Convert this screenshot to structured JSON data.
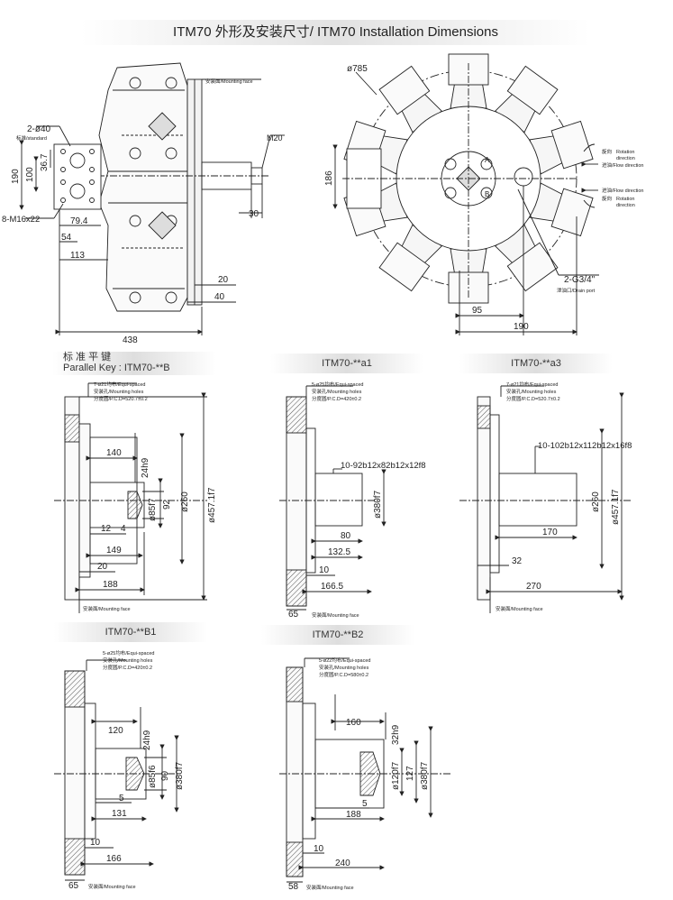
{
  "title": "ITM70 外形及安装尺寸/ ITM70 Installation Dimensions",
  "main_side": {
    "mounting_face": "安装面/Mounting face",
    "ports_note": "2-ø40",
    "ports_standard": "标准/standard",
    "bolt_note": "8-M16x22",
    "thread": "M20",
    "dims": [
      "190",
      "100",
      "36.7",
      "79.4",
      "54",
      "113",
      "438",
      "30",
      "20",
      "40"
    ]
  },
  "main_front": {
    "dia": "ø785",
    "height": "186",
    "drain": "2-G3/4\"",
    "drain_label": "泄油口/Drain port",
    "port_a": "A",
    "port_b": "B",
    "rot1": "旋向",
    "rot1_en": "Rotation",
    "rot1_en2": "direction",
    "flow1": "进油/Flow direction",
    "flow2": "进油/Flow direction",
    "rot2": "旋向",
    "rot2_en": "Rotation",
    "rot2_en2": "direction",
    "dims": [
      "95",
      "190"
    ]
  },
  "sec_b": {
    "header_cn": "标 准 平 键",
    "header_en": "Parallel Key",
    "header_model": ": ITM70-**B",
    "note1": "7-ø21均布/Equi-spaced",
    "note2": "安装孔/Mounting holes",
    "note3": "分度圆/P.C.D=520.7±0.2",
    "mounting": "安装面/Mounting face",
    "dims": [
      "140",
      "24h9",
      "ø85f7",
      "92",
      "ø260",
      "ø457.1f7",
      "12",
      "4",
      "149",
      "20",
      "188"
    ]
  },
  "sec_a1": {
    "header": "ITM70-**a1",
    "note1": "5-ø25均布/Equi-spaced",
    "note2": "安装孔/Mounting holes",
    "note3": "分度圆/P.C.D=420±0.2",
    "spline": "10-92b12x82b12x12f8",
    "mounting": "安装面/Mounting face",
    "dims": [
      "ø380f7",
      "80",
      "132.5",
      "10",
      "166.5",
      "65"
    ]
  },
  "sec_a3": {
    "header": "ITM70-**a3",
    "note1": "7-ø21均布/Equi-spaced",
    "note2": "安装孔/Mounting holes",
    "note3": "分度圆/P.C.D=520.7±0.2",
    "spline": "10-102b12x112b12x16f8",
    "mounting": "安装面/Mounting face",
    "dims": [
      "ø260",
      "ø457.1f7",
      "170",
      "32",
      "270"
    ]
  },
  "sec_b1": {
    "header": "ITM70-**B1",
    "note1": "5-ø25均布/Equi-spaced",
    "note2": "安装孔/Mounting holes",
    "note3": "分度圆/P.C.D=420±0.2",
    "mounting": "安装面/Mounting face",
    "dims": [
      "120",
      "24h9",
      "ø85f6",
      "90",
      "ø380f7",
      "5",
      "131",
      "10",
      "166",
      "65"
    ]
  },
  "sec_b2": {
    "header": "ITM70-**B2",
    "note1": "5-ø22均布/Equi-spaced",
    "note2": "安装孔/Mounting holes",
    "note3": "分度圆/P.C.D=580±0.2",
    "mounting": "安装面/Mounting face",
    "dims": [
      "160",
      "32h9",
      "ø120f7",
      "127",
      "ø380f7",
      "5",
      "188",
      "10",
      "240",
      "58"
    ]
  }
}
